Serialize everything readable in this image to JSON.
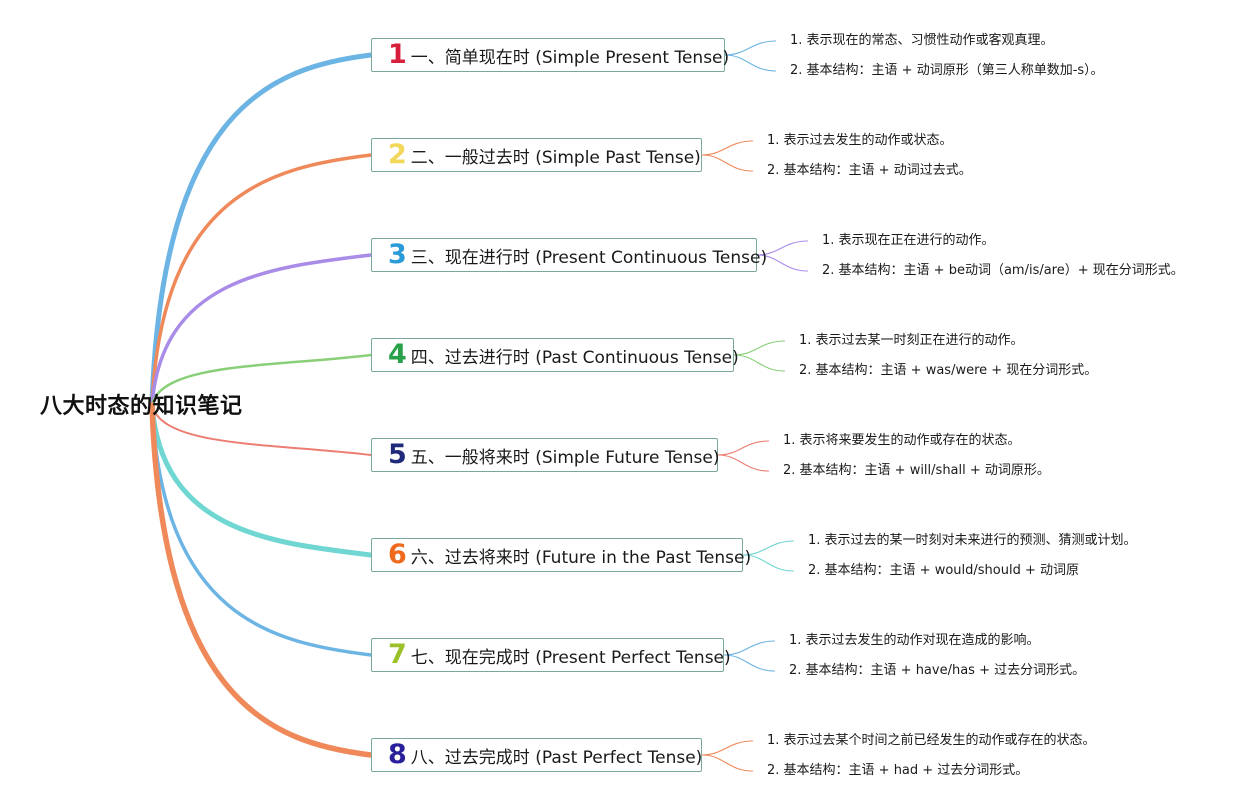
{
  "title": "八大时态的知识笔记",
  "colors": {
    "topic_border": "#7aa89c",
    "branch": [
      "#6cb4e4",
      "#f0895a",
      "#a98be8",
      "#88cf78",
      "#ec7d72",
      "#6fd6d2",
      "#6cb4e4",
      "#f0895a"
    ],
    "number": [
      "#d81e3a",
      "#f2d75a",
      "#2a9ad8",
      "#29a04a",
      "#1f2a7a",
      "#f06a1e",
      "#9cc02a",
      "#2a1f9a"
    ]
  },
  "topics": [
    {
      "number": "1",
      "label": "一、简单现在时 (Simple Present Tense)",
      "details": [
        "1. 表示现在的常态、习惯性动作或客观真理。",
        "2. 基本结构：主语 + 动词原形（第三人称单数加-s）。"
      ]
    },
    {
      "number": "2",
      "label": "二、一般过去时 (Simple Past Tense)",
      "details": [
        "1. 表示过去发生的动作或状态。",
        "2. 基本结构：主语 + 动词过去式。"
      ]
    },
    {
      "number": "3",
      "label": "三、现在进行时 (Present Continuous Tense)",
      "details": [
        "1. 表示现在正在进行的动作。",
        "2. 基本结构：主语 + be动词（am/is/are）+ 现在分词形式。"
      ]
    },
    {
      "number": "4",
      "label": "四、过去进行时 (Past Continuous Tense)",
      "details": [
        "1. 表示过去某一时刻正在进行的动作。",
        "2. 基本结构：主语 + was/were + 现在分词形式。"
      ]
    },
    {
      "number": "5",
      "label": "五、一般将来时 (Simple Future Tense)",
      "details": [
        "1. 表示将来要发生的动作或存在的状态。",
        "2. 基本结构：主语 + will/shall + 动词原形。"
      ]
    },
    {
      "number": "6",
      "label": "六、过去将来时 (Future in the Past Tense)",
      "details": [
        "1. 表示过去的某一时刻对未来进行的预测、猜测或计划。",
        "2. 基本结构：主语 + would/should + 动词原"
      ]
    },
    {
      "number": "7",
      "label": "七、现在完成时 (Present Perfect Tense)",
      "details": [
        "1. 表示过去发生的动作对现在造成的影响。",
        "2. 基本结构：主语 + have/has + 过去分词形式。"
      ]
    },
    {
      "number": "8",
      "label": "八、过去完成时 (Past Perfect Tense)",
      "details": [
        "1. 表示过去某个时间之前已经发生的动作或存在的状态。",
        "2. 基本结构：主语 + had + 过去分词形式。"
      ]
    }
  ]
}
